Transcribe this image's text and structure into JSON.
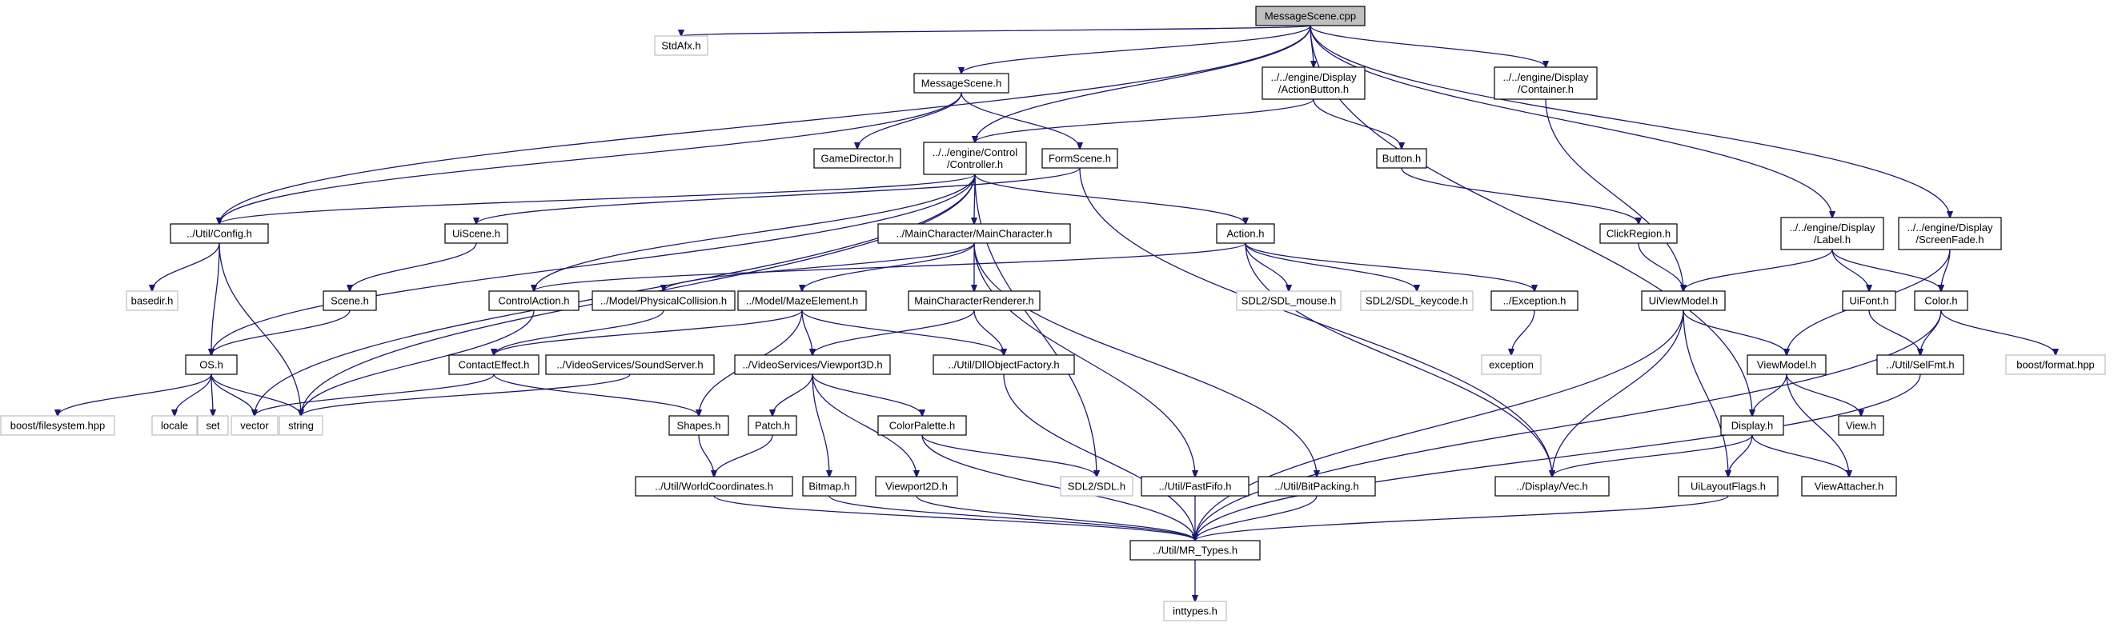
{
  "colors": {
    "edge": "#191970",
    "node_border": "#000000",
    "ext_border": "#bfbfbf",
    "root_fill": "#bfbfbf"
  },
  "nodes": [
    {
      "id": "root",
      "lines": [
        "MessageScene.cpp"
      ]
    },
    {
      "id": "stdafx",
      "lines": [
        "StdAfx.h"
      ]
    },
    {
      "id": "msgsceneh",
      "lines": [
        "MessageScene.h"
      ]
    },
    {
      "id": "actionbutton",
      "lines": [
        "../../engine/Display",
        "/ActionButton.h"
      ]
    },
    {
      "id": "container",
      "lines": [
        "../../engine/Display",
        "/Container.h"
      ]
    },
    {
      "id": "gamedirector",
      "lines": [
        "GameDirector.h"
      ]
    },
    {
      "id": "controller",
      "lines": [
        "../../engine/Control",
        "/Controller.h"
      ]
    },
    {
      "id": "formscene",
      "lines": [
        "FormScene.h"
      ]
    },
    {
      "id": "button",
      "lines": [
        "Button.h"
      ]
    },
    {
      "id": "config",
      "lines": [
        "../Util/Config.h"
      ]
    },
    {
      "id": "uiscene",
      "lines": [
        "UiScene.h"
      ]
    },
    {
      "id": "mainchar",
      "lines": [
        "../MainCharacter/MainCharacter.h"
      ]
    },
    {
      "id": "action",
      "lines": [
        "Action.h"
      ]
    },
    {
      "id": "clickregion",
      "lines": [
        "ClickRegion.h"
      ]
    },
    {
      "id": "label",
      "lines": [
        "../../engine/Display",
        "/Label.h"
      ]
    },
    {
      "id": "screenfade",
      "lines": [
        "../../engine/Display",
        "/ScreenFade.h"
      ]
    },
    {
      "id": "basedir",
      "lines": [
        "basedir.h"
      ]
    },
    {
      "id": "scene",
      "lines": [
        "Scene.h"
      ]
    },
    {
      "id": "controlaction",
      "lines": [
        "ControlAction.h"
      ]
    },
    {
      "id": "physcoll",
      "lines": [
        "../Model/PhysicalCollision.h"
      ]
    },
    {
      "id": "mazeelem",
      "lines": [
        "../Model/MazeElement.h"
      ]
    },
    {
      "id": "mcrenderer",
      "lines": [
        "MainCharacterRenderer.h"
      ]
    },
    {
      "id": "sdlmouse",
      "lines": [
        "SDL2/SDL_mouse.h"
      ]
    },
    {
      "id": "sdlkeycode",
      "lines": [
        "SDL2/SDL_keycode.h"
      ]
    },
    {
      "id": "exception_h",
      "lines": [
        "../Exception.h"
      ]
    },
    {
      "id": "uiviewmodel",
      "lines": [
        "UiViewModel.h"
      ]
    },
    {
      "id": "uifont",
      "lines": [
        "UiFont.h"
      ]
    },
    {
      "id": "color",
      "lines": [
        "Color.h"
      ]
    },
    {
      "id": "osh",
      "lines": [
        "OS.h"
      ]
    },
    {
      "id": "contacteffect",
      "lines": [
        "ContactEffect.h"
      ]
    },
    {
      "id": "soundserver",
      "lines": [
        "../VideoServices/SoundServer.h"
      ]
    },
    {
      "id": "viewport3d",
      "lines": [
        "../VideoServices/Viewport3D.h"
      ]
    },
    {
      "id": "dllobjfactory",
      "lines": [
        "../Util/DllObjectFactory.h"
      ]
    },
    {
      "id": "exception",
      "lines": [
        "exception"
      ]
    },
    {
      "id": "viewmodel",
      "lines": [
        "ViewModel.h"
      ]
    },
    {
      "id": "selfmt",
      "lines": [
        "../Util/SelFmt.h"
      ]
    },
    {
      "id": "boostformat",
      "lines": [
        "boost/format.hpp"
      ]
    },
    {
      "id": "boostfs",
      "lines": [
        "boost/filesystem.hpp"
      ]
    },
    {
      "id": "locale",
      "lines": [
        "locale"
      ]
    },
    {
      "id": "set",
      "lines": [
        "set"
      ]
    },
    {
      "id": "vector",
      "lines": [
        "vector"
      ]
    },
    {
      "id": "string",
      "lines": [
        "string"
      ]
    },
    {
      "id": "shapes",
      "lines": [
        "Shapes.h"
      ]
    },
    {
      "id": "patch",
      "lines": [
        "Patch.h"
      ]
    },
    {
      "id": "colorpalette",
      "lines": [
        "ColorPalette.h"
      ]
    },
    {
      "id": "display",
      "lines": [
        "Display.h"
      ]
    },
    {
      "id": "viewh",
      "lines": [
        "View.h"
      ]
    },
    {
      "id": "worldcoords",
      "lines": [
        "../Util/WorldCoordinates.h"
      ]
    },
    {
      "id": "bitmap",
      "lines": [
        "Bitmap.h"
      ]
    },
    {
      "id": "viewport2d",
      "lines": [
        "Viewport2D.h"
      ]
    },
    {
      "id": "sdl",
      "lines": [
        "SDL2/SDL.h"
      ]
    },
    {
      "id": "fastfifo",
      "lines": [
        "../Util/FastFifo.h"
      ]
    },
    {
      "id": "bitpacking",
      "lines": [
        "../Util/BitPacking.h"
      ]
    },
    {
      "id": "vec",
      "lines": [
        "../Display/Vec.h"
      ]
    },
    {
      "id": "uilayoutflags",
      "lines": [
        "UiLayoutFlags.h"
      ]
    },
    {
      "id": "viewattacher",
      "lines": [
        "ViewAttacher.h"
      ]
    },
    {
      "id": "mrtypes",
      "lines": [
        "../Util/MR_Types.h"
      ]
    },
    {
      "id": "inttypes",
      "lines": [
        "inttypes.h"
      ]
    }
  ],
  "edges": [
    [
      "root",
      "stdafx"
    ],
    [
      "root",
      "msgsceneh"
    ],
    [
      "root",
      "actionbutton"
    ],
    [
      "root",
      "container"
    ],
    [
      "root",
      "controller"
    ],
    [
      "root",
      "config"
    ],
    [
      "root",
      "display"
    ],
    [
      "root",
      "label"
    ],
    [
      "root",
      "screenfade"
    ],
    [
      "msgsceneh",
      "gamedirector"
    ],
    [
      "msgsceneh",
      "formscene"
    ],
    [
      "msgsceneh",
      "config"
    ],
    [
      "actionbutton",
      "controller"
    ],
    [
      "actionbutton",
      "button"
    ],
    [
      "container",
      "uiviewmodel"
    ],
    [
      "button",
      "clickregion"
    ],
    [
      "clickregion",
      "uiviewmodel"
    ],
    [
      "formscene",
      "uiscene"
    ],
    [
      "formscene",
      "vec"
    ],
    [
      "controller",
      "config"
    ],
    [
      "controller",
      "mainchar"
    ],
    [
      "controller",
      "action"
    ],
    [
      "controller",
      "controlaction"
    ],
    [
      "controller",
      "osh"
    ],
    [
      "controller",
      "vector"
    ],
    [
      "controller",
      "string"
    ],
    [
      "controller",
      "sdl"
    ],
    [
      "config",
      "basedir"
    ],
    [
      "config",
      "osh"
    ],
    [
      "config",
      "string"
    ],
    [
      "uiscene",
      "scene"
    ],
    [
      "scene",
      "osh"
    ],
    [
      "osh",
      "boostfs"
    ],
    [
      "osh",
      "locale"
    ],
    [
      "osh",
      "set"
    ],
    [
      "osh",
      "vector"
    ],
    [
      "osh",
      "string"
    ],
    [
      "mainchar",
      "physcoll"
    ],
    [
      "mainchar",
      "mazeelem"
    ],
    [
      "mainchar",
      "mcrenderer"
    ],
    [
      "mainchar",
      "fastfifo"
    ],
    [
      "mainchar",
      "bitpacking"
    ],
    [
      "action",
      "controlaction"
    ],
    [
      "action",
      "sdlmouse"
    ],
    [
      "action",
      "sdlkeycode"
    ],
    [
      "action",
      "exception_h"
    ],
    [
      "action",
      "vec"
    ],
    [
      "exception_h",
      "exception"
    ],
    [
      "controlaction",
      "string"
    ],
    [
      "physcoll",
      "contacteffect"
    ],
    [
      "mazeelem",
      "contacteffect"
    ],
    [
      "mazeelem",
      "viewport3d"
    ],
    [
      "mazeelem",
      "dllobjfactory"
    ],
    [
      "mazeelem",
      "shapes"
    ],
    [
      "mcrenderer",
      "viewport3d"
    ],
    [
      "mcrenderer",
      "dllobjfactory"
    ],
    [
      "contacteffect",
      "vector"
    ],
    [
      "contacteffect",
      "shapes"
    ],
    [
      "soundserver",
      "string"
    ],
    [
      "viewport3d",
      "patch"
    ],
    [
      "viewport3d",
      "colorpalette"
    ],
    [
      "viewport3d",
      "bitmap"
    ],
    [
      "viewport3d",
      "viewport2d"
    ],
    [
      "dllobjfactory",
      "mrtypes"
    ],
    [
      "shapes",
      "worldcoords"
    ],
    [
      "patch",
      "worldcoords"
    ],
    [
      "colorpalette",
      "sdl"
    ],
    [
      "colorpalette",
      "mrtypes"
    ],
    [
      "bitmap",
      "mrtypes"
    ],
    [
      "viewport2d",
      "mrtypes"
    ],
    [
      "fastfifo",
      "mrtypes"
    ],
    [
      "bitpacking",
      "mrtypes"
    ],
    [
      "worldcoords",
      "mrtypes"
    ],
    [
      "label",
      "uiviewmodel"
    ],
    [
      "label",
      "uifont"
    ],
    [
      "label",
      "color"
    ],
    [
      "screenfade",
      "color"
    ],
    [
      "screenfade",
      "viewmodel"
    ],
    [
      "uiviewmodel",
      "viewmodel"
    ],
    [
      "uiviewmodel",
      "vec"
    ],
    [
      "uiviewmodel",
      "uilayoutflags"
    ],
    [
      "uiviewmodel",
      "mrtypes"
    ],
    [
      "uifont",
      "selfmt"
    ],
    [
      "color",
      "selfmt"
    ],
    [
      "color",
      "boostformat"
    ],
    [
      "color",
      "mrtypes"
    ],
    [
      "viewmodel",
      "display"
    ],
    [
      "viewmodel",
      "viewh"
    ],
    [
      "viewmodel",
      "viewattacher"
    ],
    [
      "display",
      "vec"
    ],
    [
      "display",
      "uilayoutflags"
    ],
    [
      "display",
      "viewattacher"
    ],
    [
      "selfmt",
      "mrtypes"
    ],
    [
      "uilayoutflags",
      "mrtypes"
    ],
    [
      "mrtypes",
      "inttypes"
    ]
  ]
}
